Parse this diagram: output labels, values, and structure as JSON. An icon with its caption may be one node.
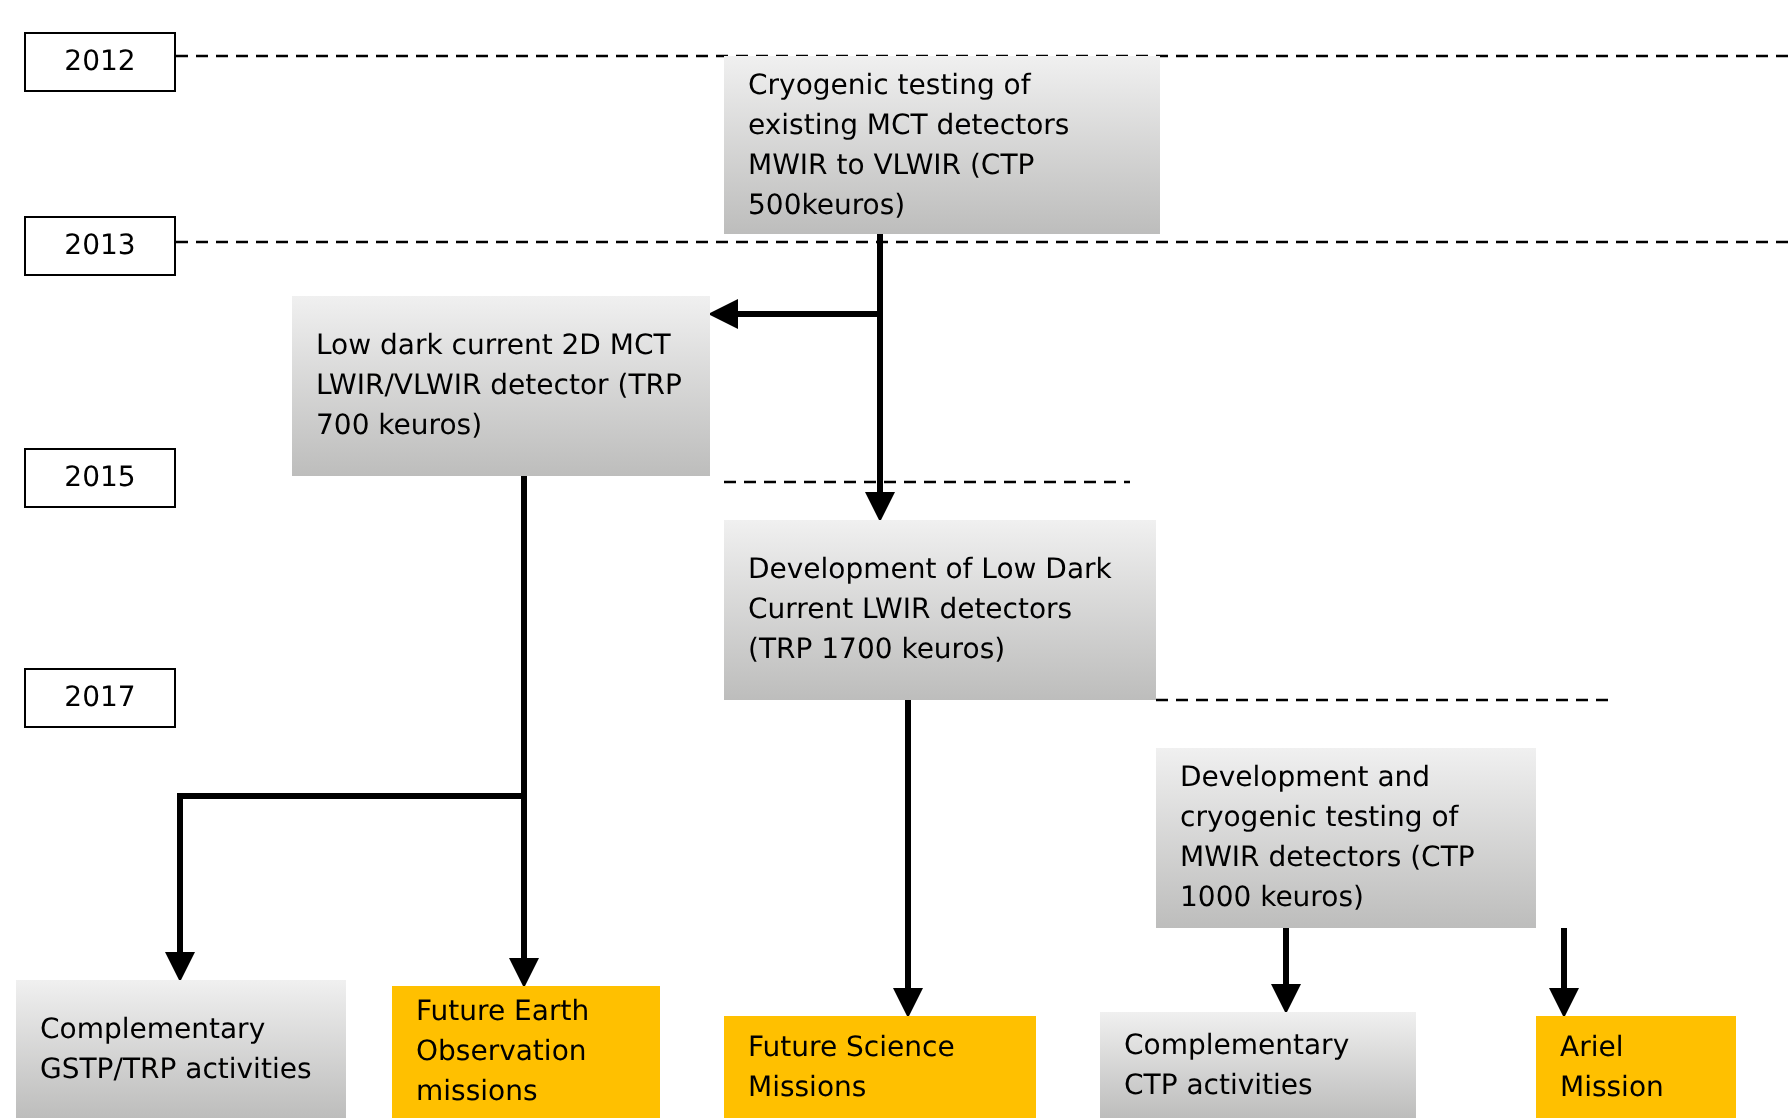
{
  "diagram": {
    "nodes": [
      {
        "text": [
          "2012"
        ]
      },
      {
        "text": [
          "2013"
        ]
      },
      {
        "text": [
          "2015"
        ]
      },
      {
        "text": [
          "2017"
        ]
      },
      {
        "text": [
          "Cryogenic testing of existing MCT detectors MWIR to VLWIR (CTP 500keuros)"
        ]
      },
      {
        "text": [
          "Low dark current 2D MCT LWIR/VLWIR detector (TRP 700 keuros)"
        ]
      },
      {
        "text": [
          "Development of Low Dark Current LWIR detectors (TRP 1700 keuros)"
        ]
      },
      {
        "text": [
          "Development and cryogenic testing of MWIR detectors (CTP 1000 keuros)"
        ]
      },
      {
        "text": [
          "Complementary GSTP/TRP activities"
        ]
      },
      {
        "text": [
          "Future Earth Observation missions"
        ]
      },
      {
        "text": [
          "Future Science Missions"
        ]
      },
      {
        "text": [
          "Complementary CTP activities"
        ]
      },
      {
        "text": [
          "Ariel Mission"
        ]
      }
    ],
    "edges": [
      {
        "from": 4,
        "to": 5,
        "arrow": "to"
      },
      {
        "from": 4,
        "to": 6,
        "arrow": "to"
      },
      {
        "from": 5,
        "to": 8,
        "arrow": "to"
      },
      {
        "from": 5,
        "to": 9,
        "arrow": "to"
      },
      {
        "from": 6,
        "to": 10,
        "arrow": "to"
      },
      {
        "from": 7,
        "to": 11,
        "arrow": "to"
      },
      {
        "from": 7,
        "to": 12,
        "arrow": "to"
      }
    ]
  }
}
